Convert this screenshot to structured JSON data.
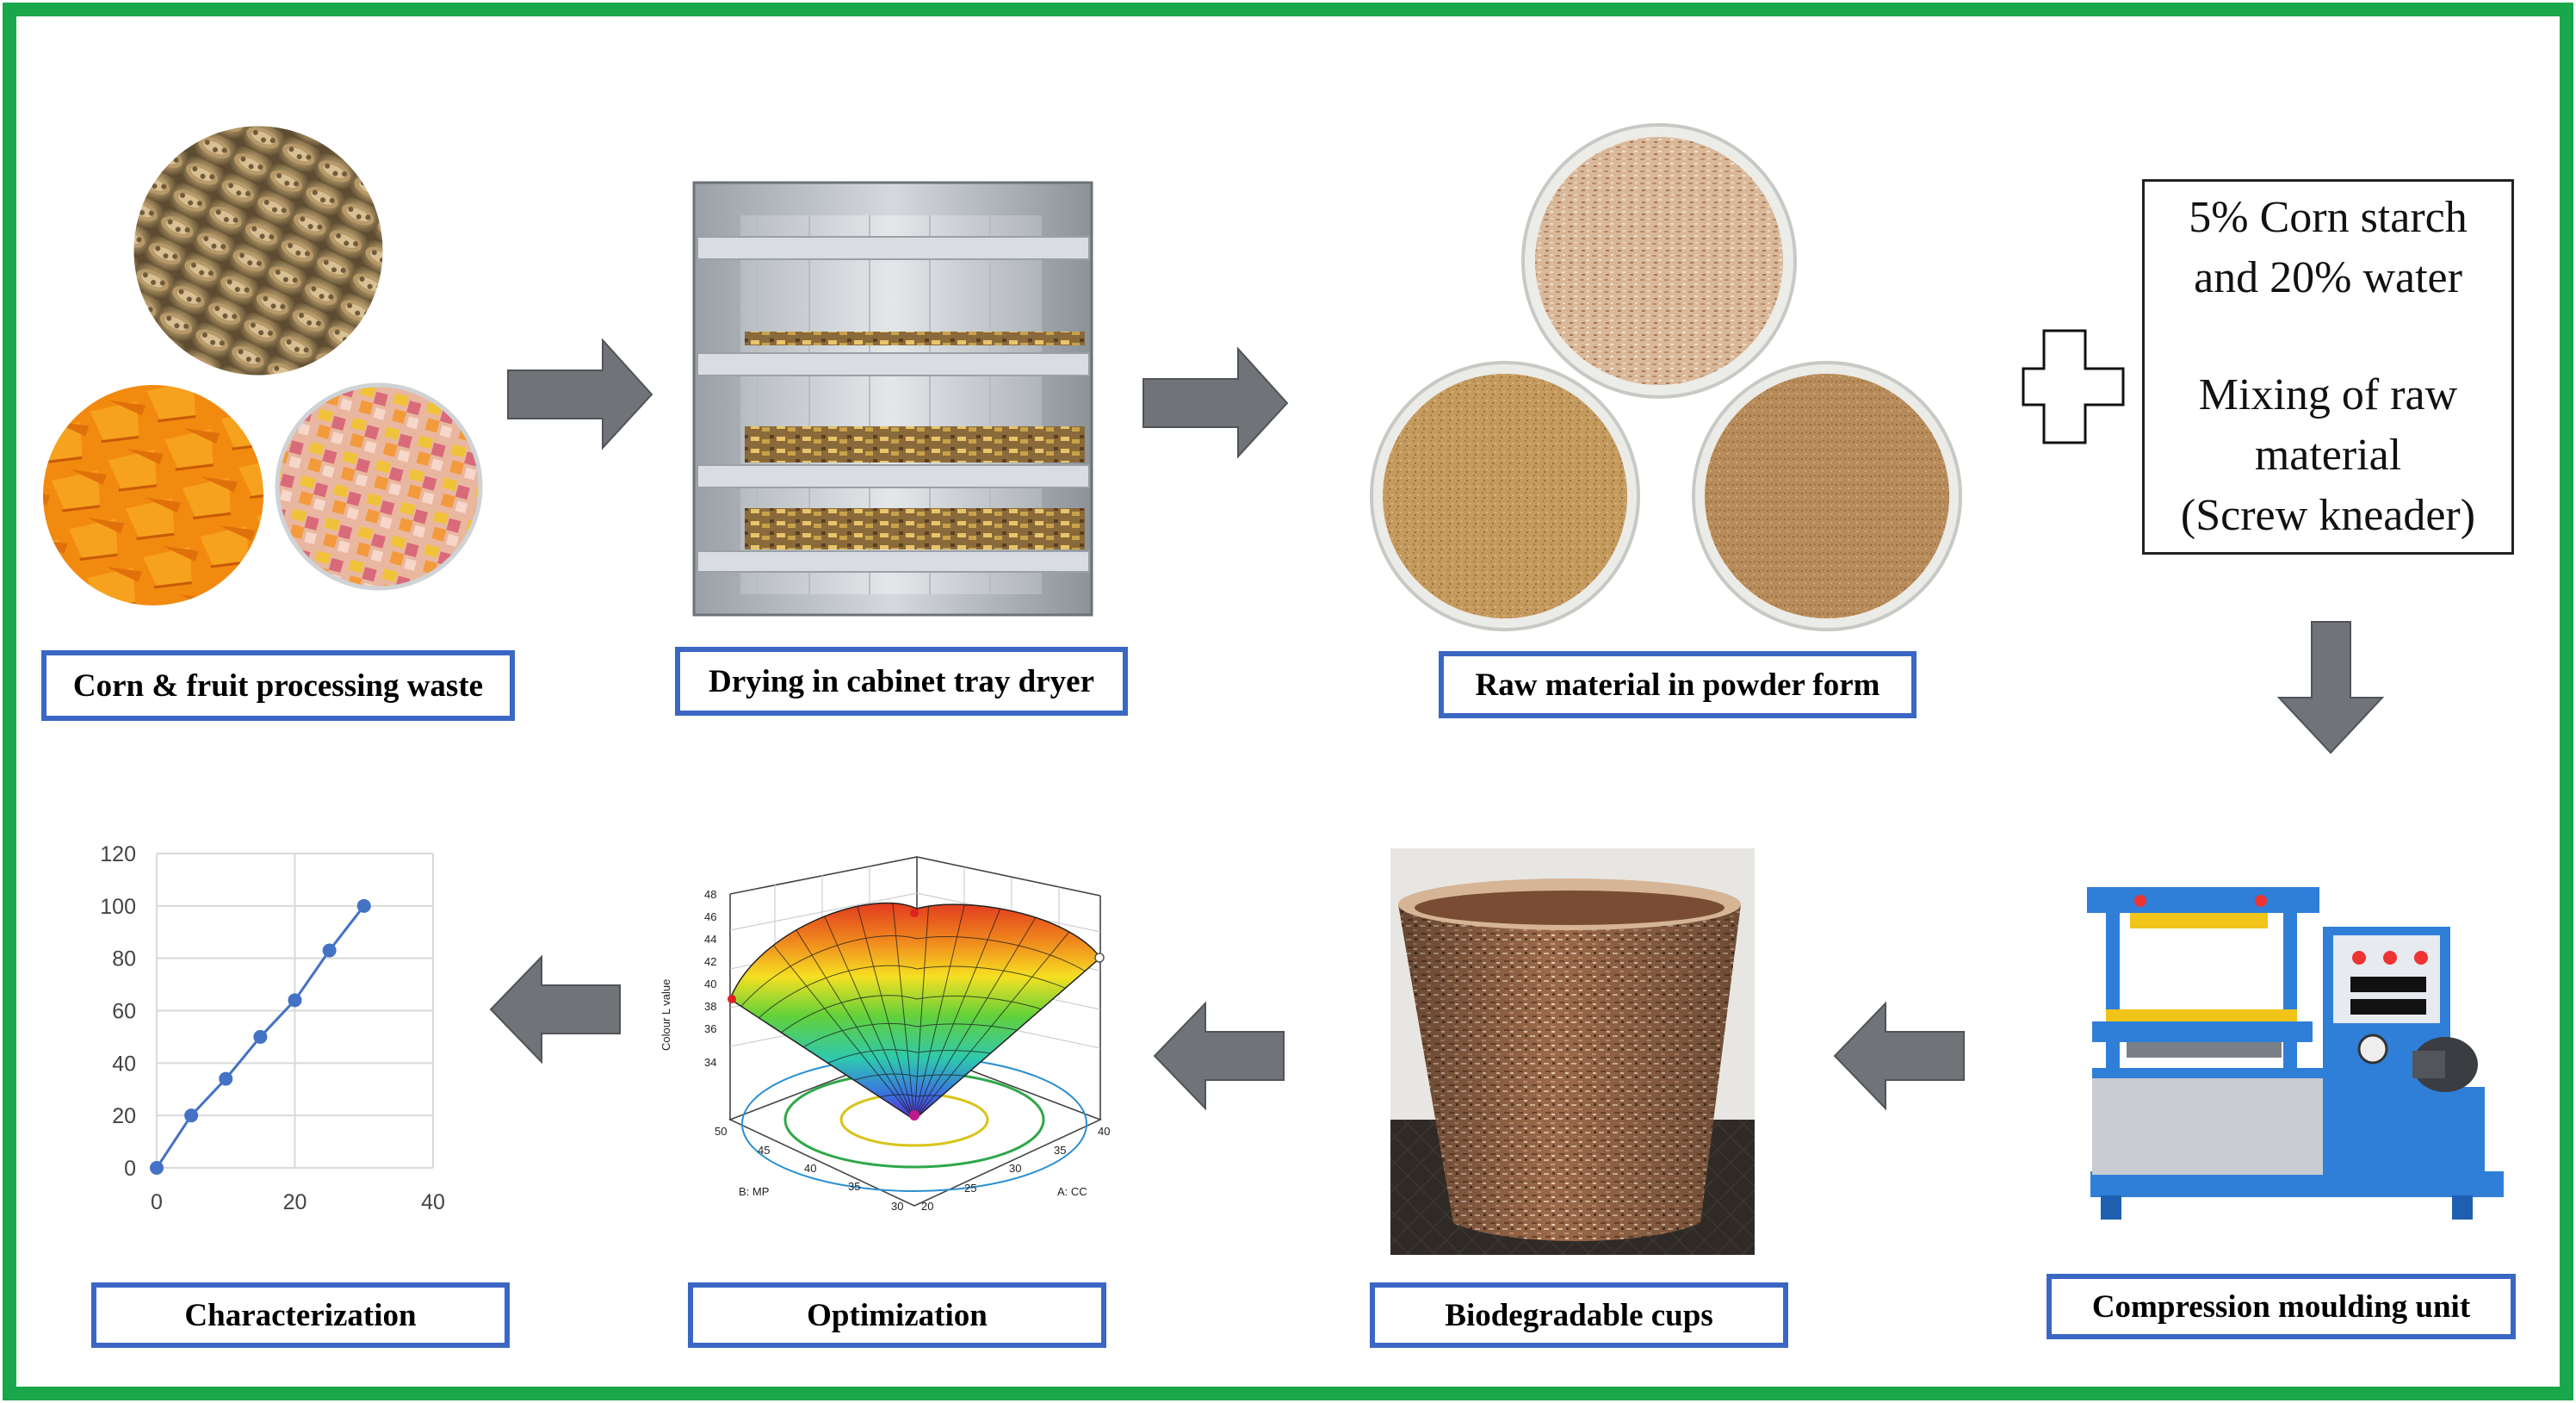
{
  "labels": {
    "waste": "Corn & fruit processing waste",
    "drying": "Drying in cabinet tray dryer",
    "powder": "Raw material in powder form",
    "moulding": "Compression moulding unit",
    "cups": "Biodegradable cups",
    "optimization": "Optimization",
    "characterization": "Characterization"
  },
  "mixing_box": {
    "line1": "5% Corn starch",
    "line2": "and 20% water",
    "line3": "Mixing of raw",
    "line4": "material",
    "line5": "(Screw kneader)"
  },
  "surface_plot": {
    "z_axis_label": "Colour L value",
    "z_ticks": [
      "48",
      "46",
      "44",
      "42",
      "40",
      "38",
      "36",
      "34"
    ],
    "b_axis_label": "B: MP",
    "b_ticks": [
      "50",
      "45",
      "40",
      "35",
      "30"
    ],
    "a_axis_label": "A: CC",
    "a_ticks": [
      "20",
      "25",
      "30",
      "35",
      "40"
    ]
  },
  "chart_data": {
    "type": "line",
    "x": [
      0,
      5,
      10,
      15,
      20,
      25,
      30
    ],
    "y": [
      0,
      20,
      34,
      50,
      64,
      83,
      100
    ],
    "xlim": [
      0,
      40
    ],
    "ylim": [
      0,
      120
    ],
    "xticks": [
      "0",
      "20",
      "40"
    ],
    "yticks": [
      "0",
      "20",
      "40",
      "60",
      "80",
      "100",
      "120"
    ],
    "grid": true,
    "line_color": "#4472c4",
    "title": "",
    "xlabel": "",
    "ylabel": ""
  },
  "colors": {
    "frame_border": "#1aa64a",
    "label_border": "#3b67c4",
    "arrow_fill": "#707478"
  }
}
